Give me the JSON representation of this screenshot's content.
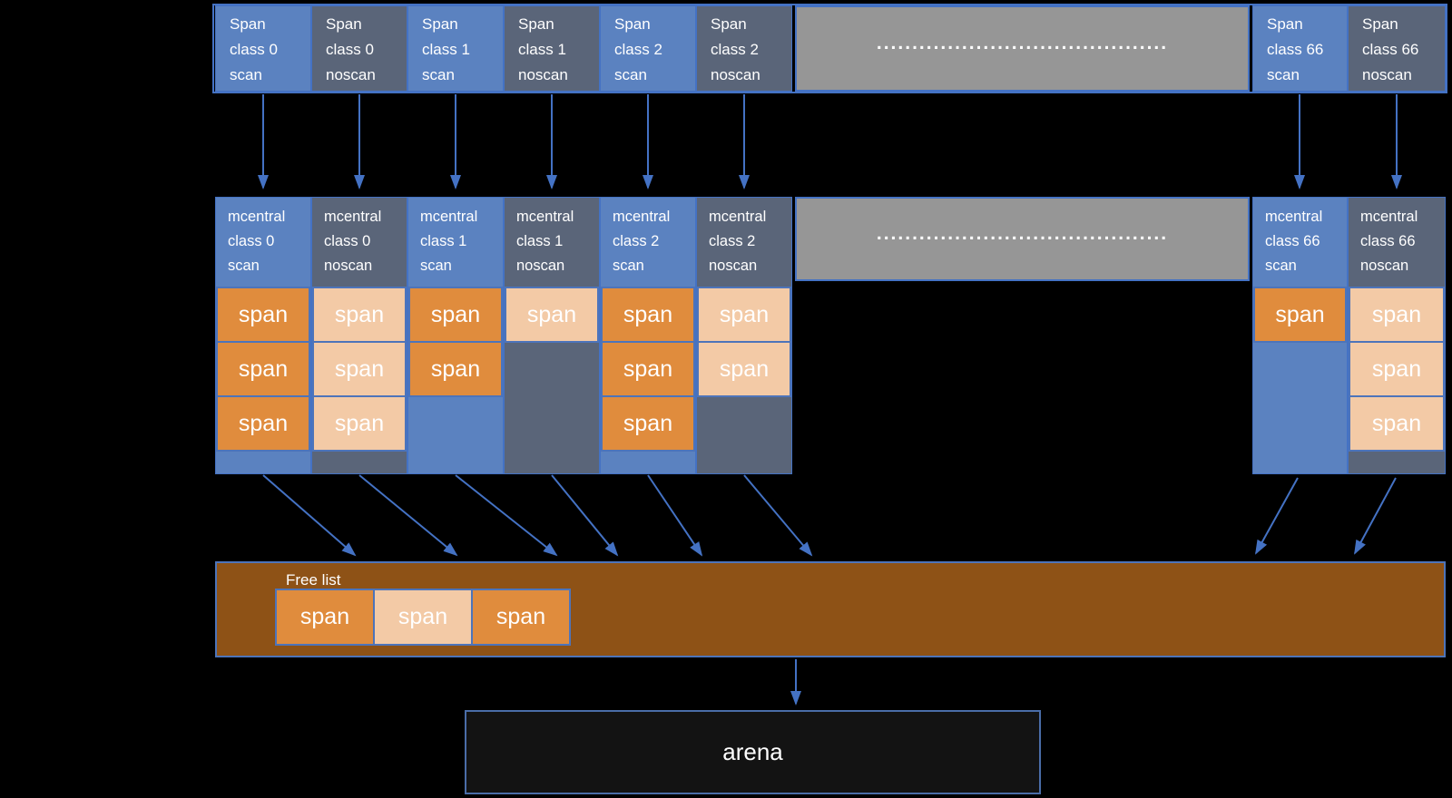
{
  "colors": {
    "bg": "#000000",
    "blue": "#5b82c0",
    "slate": "#5a6579",
    "gray": "#969696",
    "orange": "#e08c3d",
    "peach": "#f3caa6",
    "brown": "#8e5216",
    "accent": "#4472c4",
    "border-blue": "#4d74ba",
    "arena-bg": "#131313",
    "arena-border": "#4a6da8",
    "text": "#ffffff"
  },
  "span_row": {
    "boxes": [
      {
        "label": "Span\nclass 0\nscan"
      },
      {
        "label": "Span\nclass 0\nnoscan"
      },
      {
        "label": "Span\nclass 1\nscan"
      },
      {
        "label": "Span\nclass 1\nnoscan"
      },
      {
        "label": "Span\nclass 2\nscan"
      },
      {
        "label": "Span\nclass 2\nnoscan"
      },
      {
        "label": "Span\nclass 66\nscan"
      },
      {
        "label": "Span\nclass 66\nnoscan"
      }
    ],
    "dots": "........................................."
  },
  "mcentral_row": {
    "columns": [
      {
        "label": "mcentral\nclass 0\nscan",
        "spans": [
          "span",
          "span",
          "span"
        ]
      },
      {
        "label": "mcentral\nclass 0\nnoscan",
        "spans": [
          "span",
          "span",
          "span"
        ]
      },
      {
        "label": "mcentral\nclass 1\nscan",
        "spans": [
          "span",
          "span"
        ]
      },
      {
        "label": "mcentral\nclass 1\nnoscan",
        "spans": [
          "span"
        ]
      },
      {
        "label": "mcentral\nclass 2\nscan",
        "spans": [
          "span",
          "span",
          "span"
        ]
      },
      {
        "label": "mcentral\nclass 2\nnoscan",
        "spans": [
          "span",
          "span"
        ]
      },
      {
        "label": "mcentral\nclass 66\nscan",
        "spans": [
          "span"
        ]
      },
      {
        "label": "mcentral\nclass 66\nnoscan",
        "spans": [
          "span",
          "span",
          "span"
        ]
      }
    ],
    "dots": "........................................."
  },
  "free_list": {
    "label": "Free list",
    "spans": [
      {
        "label": "span",
        "variant": "orange"
      },
      {
        "label": "span",
        "variant": "peach"
      },
      {
        "label": "span",
        "variant": "orange"
      }
    ]
  },
  "arena": {
    "label": "arena"
  }
}
